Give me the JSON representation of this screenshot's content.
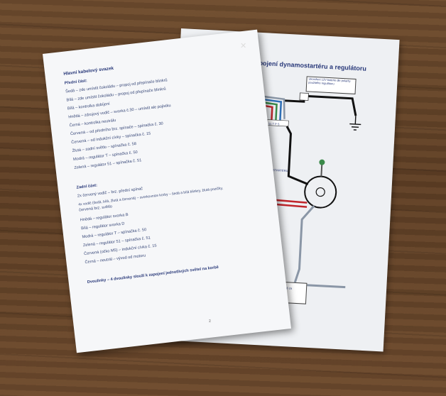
{
  "front_sheet": {
    "title": "Hlavní kabelový svazek",
    "front_heading": "Přední část:",
    "front_lines": [
      "Šedá – zde umístit čokoládu – propoj od přepínače blinkrů",
      "Bílá – zde umístit čokoládu – propoj od přepínače blinkrů",
      "Bílá – kontrolka dobíjení",
      "Hnědá – zdrojový vodič – svorka č.30 – umístit ale pojistku",
      "Černá – kontrolka neutrálu",
      "Červená – od předního brz. spínače – spínačka č. 30",
      "Červená – od indukční cívky – spínačka č. 15",
      "Žlutá – zadní světlo – spínačka č. 58",
      "Modrá – regulátor T – spínačka č. 50",
      "Zelená – regulátor 51 – spínačka č. 51"
    ],
    "rear_heading": "Zadní část:",
    "rear_lines": [
      "2x červený vodič – brz. přední spínač",
      "4x vodič (šedá, bílá, žlutá a červená) – svorkovnice korby – šedá a bílá blinkry, žlutá pozičky,",
      "červená brz. světlo",
      "Hnědá – regulátor svorka B",
      "Bílá – regulátor svorka D",
      "Modrá – regulátor T – spínačka č. 50",
      "Zelená – regulátor 51 – spínačka č. 51",
      "Červená (očko M5) – indukční cívka č. 15",
      "Černá – neutrál – vývod od motoru"
    ],
    "footer": "Dvoulinky – 4 dvoulinky slouží k zapojení jednotlivých světel na korbě",
    "page_number": "2"
  },
  "back_sheet": {
    "title": "pojení dynamostartéru a regulátoru",
    "top_box": "Ukostření 12V baterie dle polarity použitého regulátoru",
    "wheel_label": "SVORKY DYNAMOSTARTÉRU",
    "bottom_box": [
      "Inost",
      "v případě za",
      "ustavy"
    ],
    "terminal_labels": "51 T P S"
  },
  "colors": {
    "table_wood": "#5c3d24",
    "paper": "#f6f7f9",
    "text_blue": "#2a3a7a",
    "wire_black": "#111111",
    "wire_red": "#c0262c",
    "wire_blue": "#2f6fb6",
    "wire_grey": "#8a96a6"
  }
}
